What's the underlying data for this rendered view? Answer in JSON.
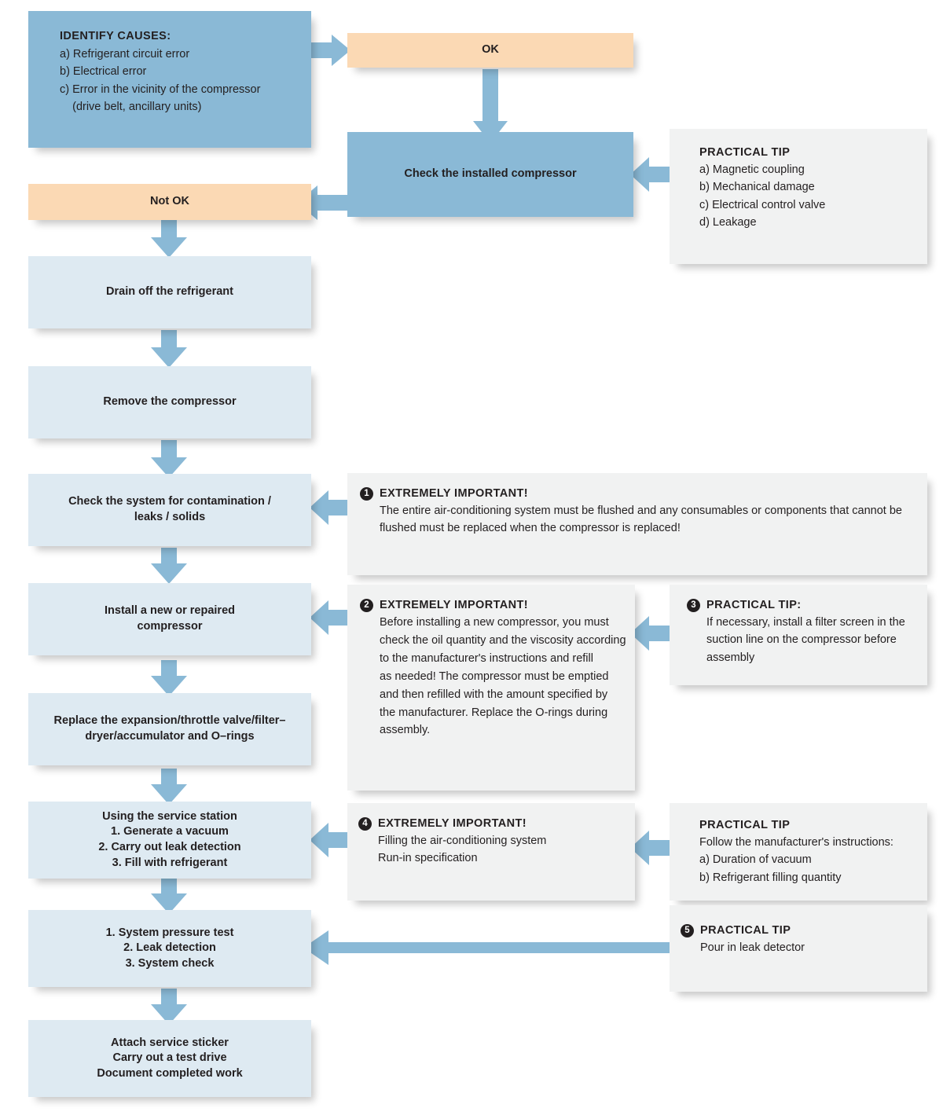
{
  "colors": {
    "blue": "#8ab9d6",
    "orange": "#fbd9b4",
    "light_blue": "#deeaf2",
    "gray": "#f1f2f2",
    "arrow": "#8ab9d6",
    "text": "#231f20"
  },
  "identify_causes": {
    "title": "IDENTIFY CAUSES:",
    "lines": [
      "a) Refrigerant circuit error",
      "b) Electrical error",
      "c) Error in the vicinity of the compressor",
      "    (drive belt, ancillary units)"
    ]
  },
  "decisions": {
    "ok": "OK",
    "not_ok": "Not OK"
  },
  "steps": {
    "check_installed": "Check the installed compressor",
    "drain": "Drain off the refrigerant",
    "remove": "Remove the compressor",
    "check_system_l1": "Check the system for contamination /",
    "check_system_l2": "leaks / solids",
    "install_l1": "Install a new or repaired",
    "install_l2": "compressor",
    "replace_l1": "Replace the expansion/throttle valve/filter–",
    "replace_l2": "dryer/accumulator and O–rings",
    "service_station_l1": "Using the service station",
    "service_station_l2": "1. Generate a vacuum",
    "service_station_l3": "2. Carry out leak detection",
    "service_station_l4": "3. Fill with refrigerant",
    "pressure_l1": "1. System pressure test",
    "pressure_l2": "2. Leak detection",
    "pressure_l3": "3. System check",
    "final_l1": "Attach service sticker",
    "final_l2": "Carry out a test drive",
    "final_l3": "Document completed work"
  },
  "tips": {
    "tip_compressor": {
      "title": "PRACTICAL TIP",
      "lines": [
        "a) Magnetic coupling",
        "b) Mechanical damage",
        "c) Electrical control valve",
        "d) Leakage"
      ]
    },
    "tip1": {
      "number": "1",
      "title": "EXTREMELY IMPORTANT!",
      "lines": [
        "The entire air-conditioning system must be flushed and any consumables or components that cannot be",
        "flushed must be replaced when the compressor is replaced!"
      ]
    },
    "tip2": {
      "number": "2",
      "title": "EXTREMELY IMPORTANT!",
      "lines": [
        "Before installing a new compressor, you must",
        "check the oil quantity and the viscosity according",
        "to the manufacturer's instructions and refill",
        "as needed! The compressor must be emptied",
        "and then refilled with the amount specified by",
        "the manufacturer. Replace the O-rings during",
        "assembly."
      ]
    },
    "tip3": {
      "number": "3",
      "title": "PRACTICAL TIP:",
      "lines": [
        "If necessary, install a filter screen in the",
        "suction line on the compressor before",
        "assembly"
      ]
    },
    "tip4": {
      "number": "4",
      "title": "EXTREMELY IMPORTANT!",
      "lines": [
        "Filling the air-conditioning system",
        "Run-in specification"
      ]
    },
    "tip_vacuum": {
      "title": "PRACTICAL TIP",
      "lines": [
        "Follow the manufacturer's instructions:",
        "a) Duration of vacuum",
        "b) Refrigerant filling quantity"
      ]
    },
    "tip5": {
      "number": "5",
      "title": "PRACTICAL TIP",
      "lines": [
        "Pour in leak detector"
      ]
    }
  }
}
